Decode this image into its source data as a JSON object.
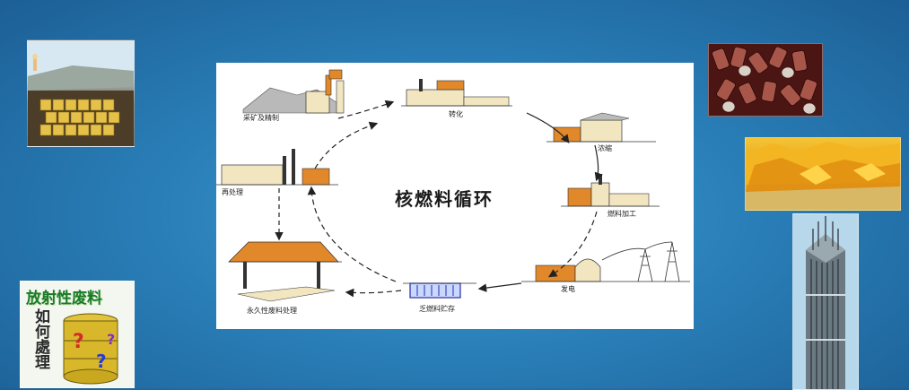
{
  "diagram": {
    "title": "核燃料循环",
    "stages": {
      "mining": "采矿及精制",
      "conversion": "转化",
      "enrichment": "浓缩",
      "fabrication": "燃料加工",
      "power": "发电",
      "storage": "乏燃料贮存",
      "disposal": "永久性废料处理",
      "reprocessing": "再处理"
    }
  },
  "waste_card": {
    "title": "放射性废料",
    "side_text": "如何處理"
  },
  "icons": {
    "cycle_arrows": "dashed-arrow",
    "question_marks": "question-mark-icon"
  },
  "colors": {
    "background": "#2a7fb8",
    "factory_roof": "#e0882a",
    "arrow": "#222222",
    "waste_title": "#1a7a2a"
  }
}
